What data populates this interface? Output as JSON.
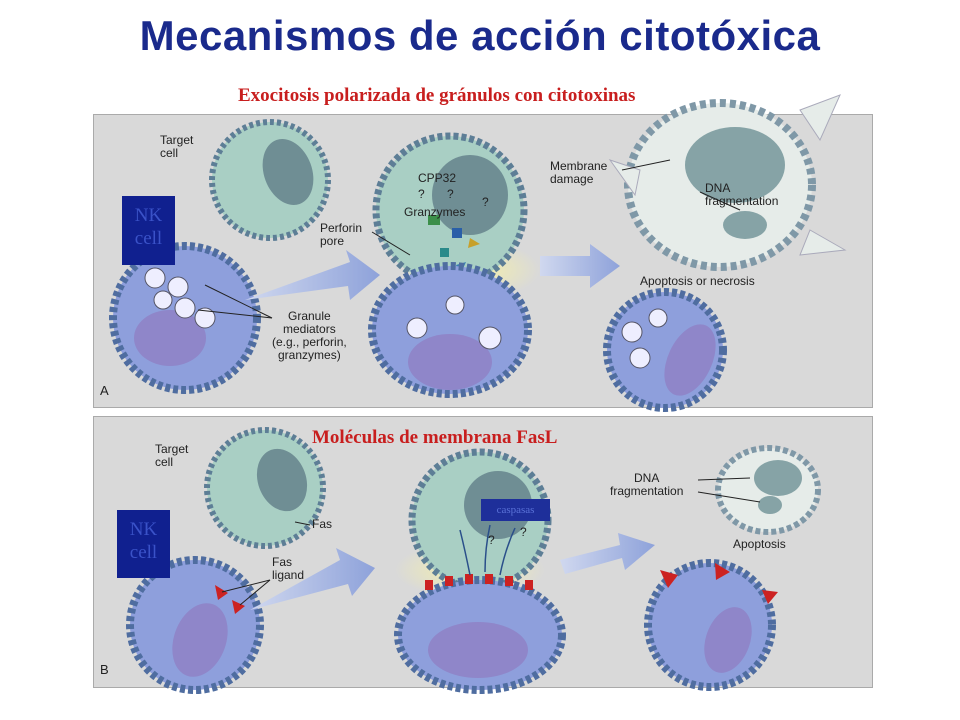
{
  "title": "Mecanismos de acción citotóxica",
  "panel_a": {
    "subtitle": "Exocitosis polarizada de gránulos con citotoxinas",
    "letter": "A",
    "labels": {
      "target_cell": [
        "Target",
        "cell"
      ],
      "nk_cell": [
        "NK",
        "cell"
      ],
      "cpp32": "CPP32",
      "granzymes": "Granzymes",
      "perforin_pore": [
        "Perforin",
        "pore"
      ],
      "granule_mediators": [
        "Granule",
        "mediators",
        "(e.g., perforin,",
        "granzymes)"
      ],
      "membrane_damage": [
        "Membrane",
        "damage"
      ],
      "dna_fragmentation": [
        "DNA",
        "fragmentation"
      ],
      "apoptosis_or_necrosis": "Apoptosis or necrosis",
      "q1": "?",
      "q2": "?",
      "q3": "?"
    }
  },
  "panel_b": {
    "subtitle": "Moléculas de membrana FasL",
    "letter": "B",
    "labels": {
      "target_cell": [
        "Target",
        "cell"
      ],
      "nk_cell": [
        "NK",
        "cell"
      ],
      "fas": "Fas",
      "fas_ligand": [
        "Fas",
        "ligand"
      ],
      "caspasas": "caspasas",
      "dna_fragmentation": [
        "DNA",
        "fragmentation"
      ],
      "apoptosis": "Apoptosis",
      "q1": "?",
      "q2": "?"
    }
  },
  "colors": {
    "title": "#1a2a8c",
    "subtitle": "#c81e1e",
    "panel_bg": "#d9d9d9",
    "target_cell": "#a9cfc4",
    "nk_cell": "#8e9fdc",
    "nucleus": "#8f86c9",
    "membrane": "#5d7e96",
    "arrow": "#9fb0de",
    "glow": "#f1ec9a",
    "fasl": "#cc2222",
    "nk_box": "#10208f"
  }
}
